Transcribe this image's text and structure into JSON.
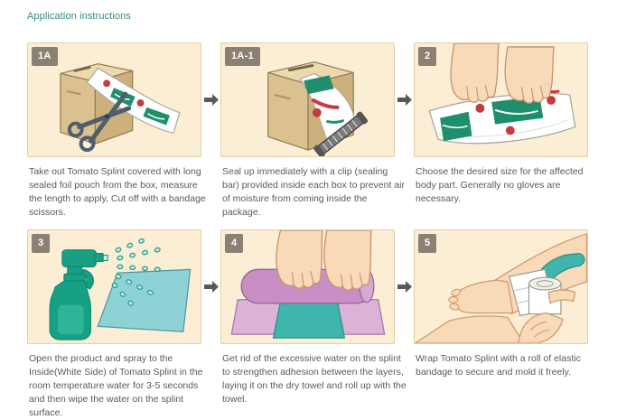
{
  "page": {
    "title": "Application instructions",
    "packaging_brand": "Tomato Splint"
  },
  "colors": {
    "title_teal": "#2f8b85",
    "panel_bg": "#fbeed4",
    "panel_border": "#e2cfa4",
    "badge_bg": "#8a8174",
    "badge_text": "#ffffff",
    "caption_text": "#5b5a52",
    "arrow_gray": "#595959",
    "brand_green": "#1f8e6d",
    "brand_red": "#c5393f",
    "box_tan": "#dbc190",
    "skin": "#f8d9b8",
    "splint_teal": "#3fb5ab",
    "spray_teal": "#16a085",
    "wet_sheet_blue": "#8ed2d6",
    "towel_pink": "#c98fc5",
    "scissors_slate": "#4d5e6d"
  },
  "steps": [
    {
      "badge": "1A",
      "caption": "Take out Tomato Splint covered with long sealed foil pouch from the box, measure the length to apply, Cut off with a bandage scissors.",
      "illustration": "box-with-pouch-and-scissors"
    },
    {
      "badge": "1A-1",
      "caption": "Seal up immediately with a clip (sealing bar) provided inside each box to prevent air of moisture from coming inside the package.",
      "illustration": "box-with-pouch-and-sealing-clip"
    },
    {
      "badge": "2",
      "caption": "Choose the desired size for the affected body part. Generally no gloves are necessary.",
      "illustration": "hands-choosing-package"
    },
    {
      "badge": "3",
      "caption": "Open the product and spray to the Inside(White Side) of Tomato Splint in the room temperature water for 3-5 seconds and then wipe the water on the splint surface.",
      "illustration": "spray-bottle-wetting-splint"
    },
    {
      "badge": "4",
      "caption": "Get rid of the excessive water on the splint to strengthen adhesion between the layers, laying it on the dry towel and roll up with the towel.",
      "illustration": "rolling-splint-in-towel"
    },
    {
      "badge": "5",
      "caption": "Wrap Tomato Splint with a roll of elastic bandage to secure and mold it freely.",
      "illustration": "wrapping-foot-with-bandage"
    }
  ]
}
